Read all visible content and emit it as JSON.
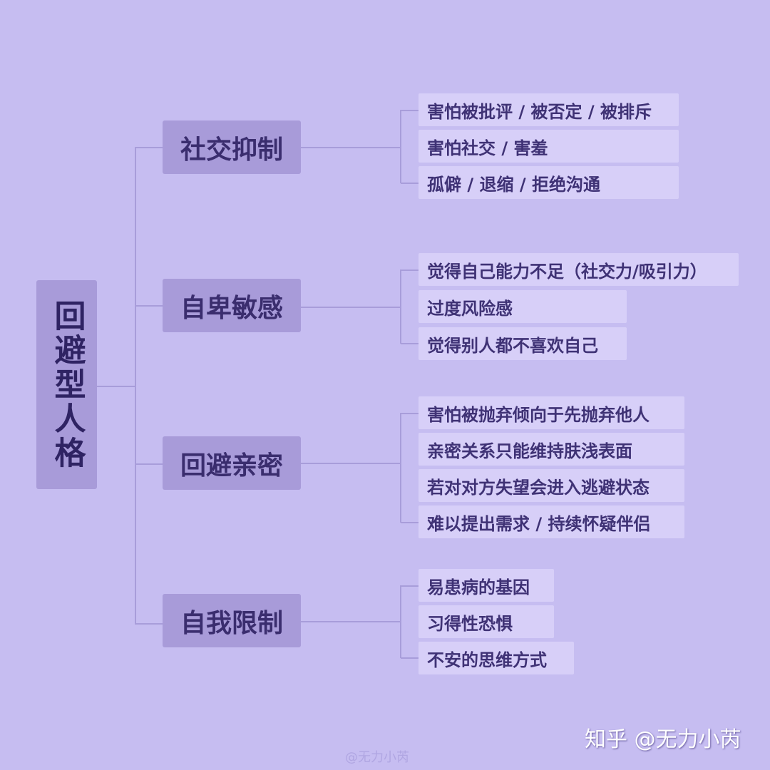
{
  "root": {
    "label": "回避型人格"
  },
  "branches": [
    {
      "label": "社交抑制",
      "leaves": [
        "害怕被批评 / 被否定 / 被排斥",
        "害怕社交 / 害羞",
        "孤僻 / 退缩 / 拒绝沟通"
      ]
    },
    {
      "label": "自卑敏感",
      "leaves": [
        "觉得自己能力不足（社交力/吸引力）",
        "过度风险感",
        "觉得别人都不喜欢自己"
      ]
    },
    {
      "label": "回避亲密",
      "leaves": [
        "害怕被抛弃倾向于先抛弃他人",
        "亲密关系只能维持肤浅表面",
        "若对对方失望会进入逃避状态",
        "难以提出需求 / 持续怀疑伴侣"
      ]
    },
    {
      "label": "自我限制",
      "leaves": [
        "易患病的基因",
        "习得性恐惧",
        "不安的思维方式"
      ]
    }
  ],
  "watermark": {
    "main": "知乎 @无力小芮",
    "small": "@无力小芮"
  }
}
